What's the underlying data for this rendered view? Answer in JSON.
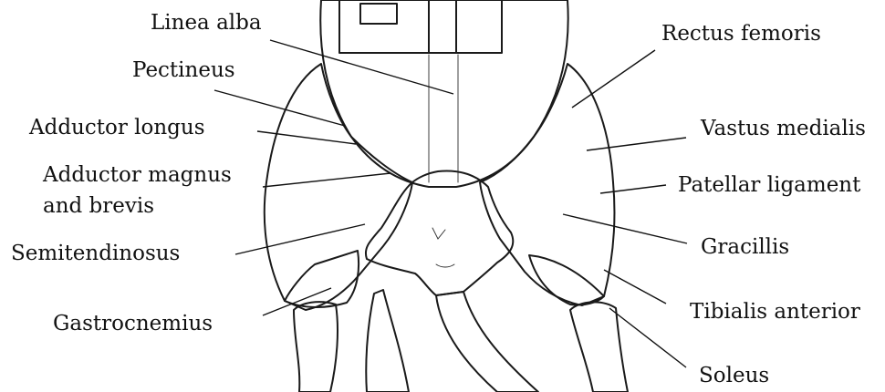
{
  "diagram": {
    "labels": {
      "linea_alba": "Linea alba",
      "pectineus": "Pectineus",
      "adductor_longus": "Adductor longus",
      "adductor_magnus_line1": "Adductor magnus",
      "adductor_magnus_line2": "and brevis",
      "semitendinosus": "Semitendinosus",
      "gastrocnemius": "Gastrocnemius",
      "rectus_femoris": "Rectus femoris",
      "vastus_medialis": "Vastus medialis",
      "patellar_ligament": "Patellar ligament",
      "gracillis": "Gracillis",
      "tibialis_anterior": "Tibialis anterior",
      "soleus": "Soleus"
    },
    "colors": {
      "ink": "#111111",
      "background": "#ffffff"
    }
  }
}
